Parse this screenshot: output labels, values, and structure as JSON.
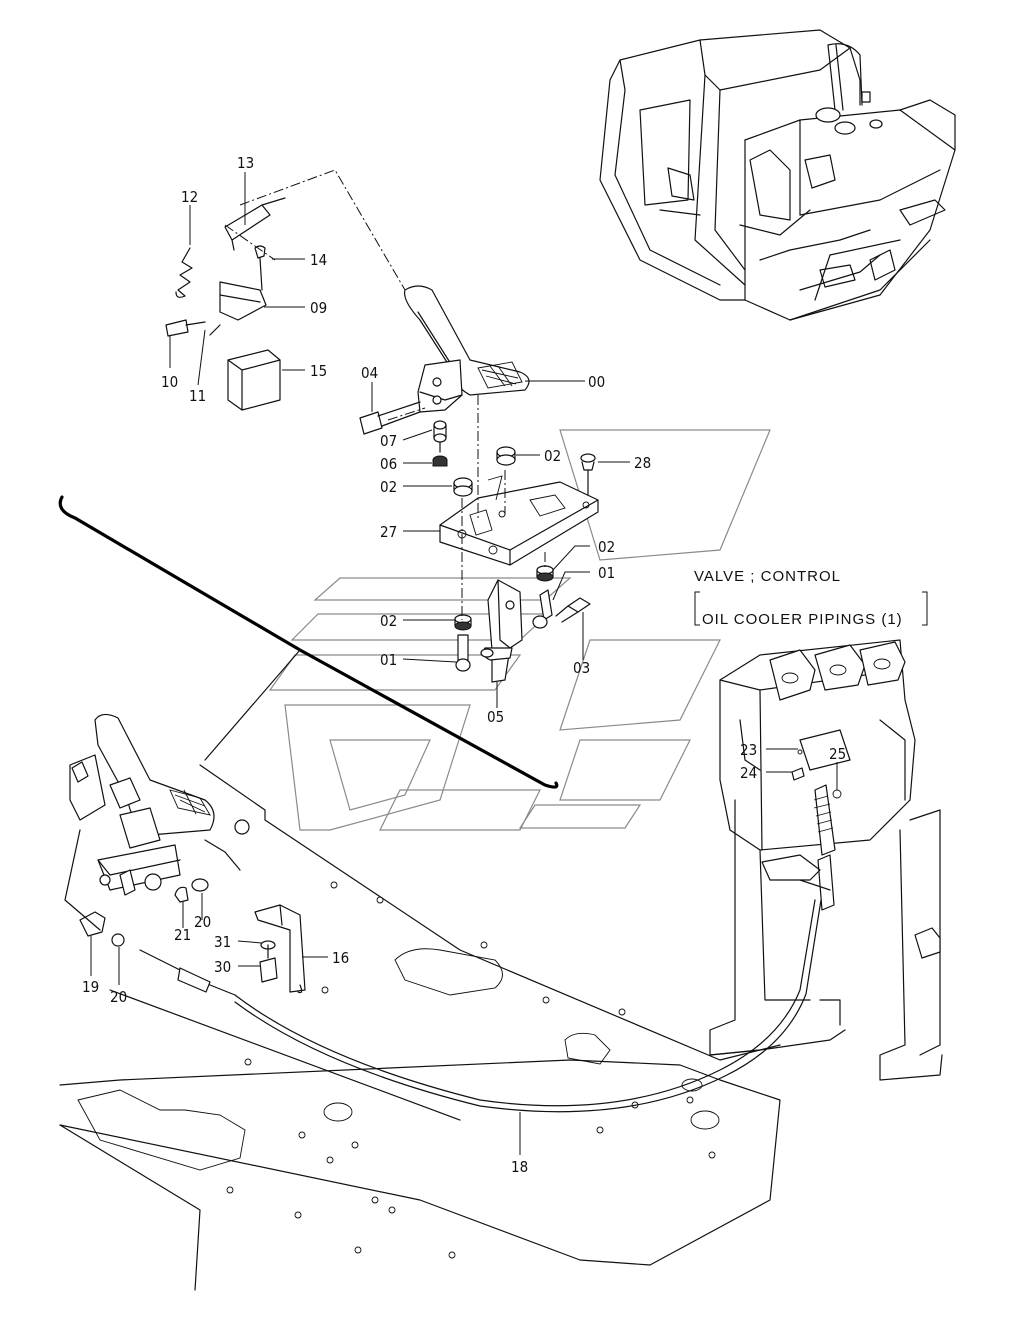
{
  "diagram": {
    "part_numbers": {
      "p00": "00",
      "p01a": "01",
      "p01b": "01",
      "p02a": "02",
      "p02b": "02",
      "p02c": "02",
      "p02d": "02",
      "p03": "03",
      "p04": "04",
      "p05": "05",
      "p06": "06",
      "p07": "07",
      "p09": "09",
      "p10": "10",
      "p11": "11",
      "p12": "12",
      "p13": "13",
      "p14": "14",
      "p15": "15",
      "p16": "16",
      "p18": "18",
      "p19": "19",
      "p20a": "20",
      "p20b": "20",
      "p21": "21",
      "p23": "23",
      "p24": "24",
      "p25": "25",
      "p27": "27",
      "p28": "28",
      "p30": "30",
      "p31": "31"
    },
    "references": {
      "valve_control": "VALVE ; CONTROL",
      "oil_cooler": "OIL COOLER PIPINGS (1)"
    }
  }
}
